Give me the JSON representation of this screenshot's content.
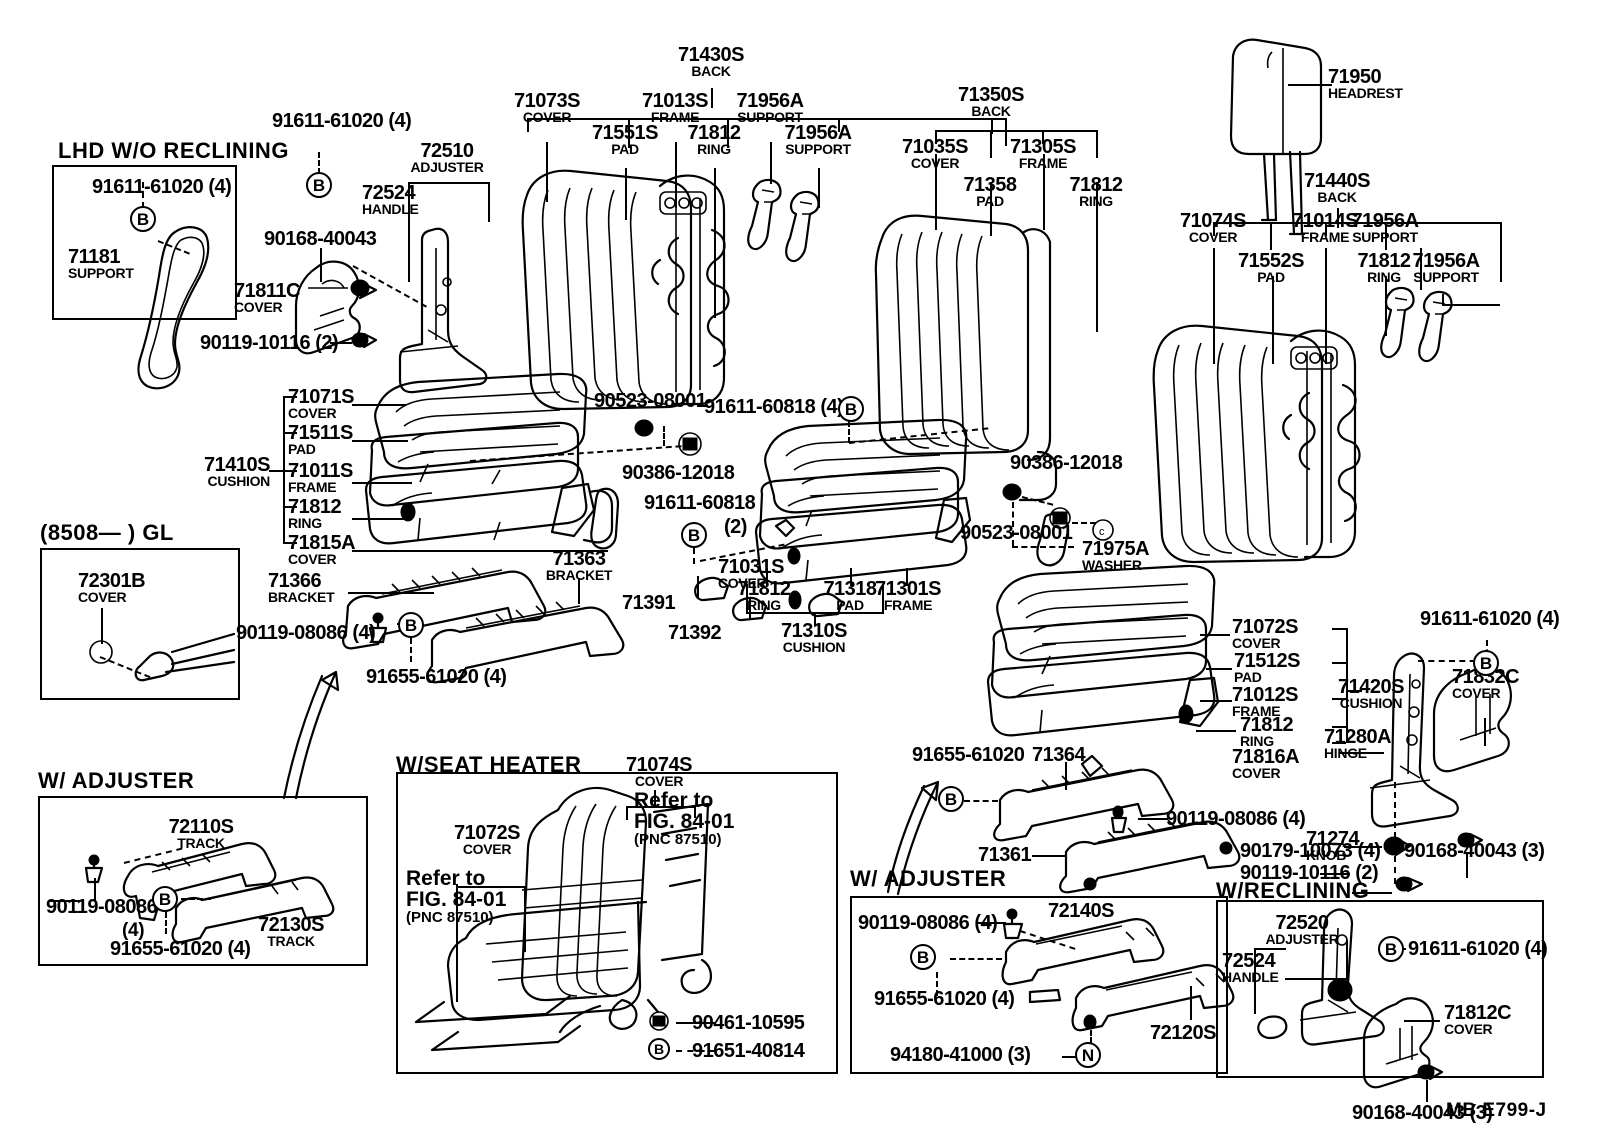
{
  "figure": {
    "footer_code": "MB  E799-J"
  },
  "panels": {
    "lhd": {
      "title": "LHD W/O RECLINING",
      "parts": [
        {
          "number": "91611-61020 (4)",
          "name": ""
        },
        {
          "number": "71181",
          "name": "SUPPORT"
        }
      ]
    },
    "gl": {
      "title": "(8508—          ) GL",
      "parts": [
        {
          "number": "72301B",
          "name": "COVER"
        }
      ]
    },
    "adjuster_left": {
      "title": "W/ ADJUSTER",
      "parts": [
        {
          "number": "72110S",
          "name": "TRACK"
        },
        {
          "number": "72130S",
          "name": "TRACK"
        },
        {
          "number": "90119-08086",
          "name": "(4)"
        },
        {
          "number": "91655-61020 (4)",
          "name": ""
        }
      ]
    },
    "seat_heater": {
      "title": "W/SEAT HEATER",
      "parts": [
        {
          "number": "71074S",
          "name": "COVER"
        },
        {
          "number": "71072S",
          "name": "COVER"
        },
        {
          "number": "90461-10595",
          "name": ""
        },
        {
          "number": "91651-40814",
          "name": ""
        }
      ],
      "refer": {
        "line1": "Refer to",
        "line2": "FIG. 84-01",
        "line3": "(PNC 87510)"
      }
    },
    "adjuster_right": {
      "title": "W/ ADJUSTER",
      "parts": [
        {
          "number": "72140S",
          "name": ""
        },
        {
          "number": "72120S",
          "name": ""
        },
        {
          "number": "90119-08086 (4)",
          "name": ""
        },
        {
          "number": "91655-61020 (4)",
          "name": ""
        },
        {
          "number": "94180-41000 (3)",
          "name": ""
        }
      ]
    },
    "reclining": {
      "title": "W/RECLINING",
      "parts": [
        {
          "number": "72520",
          "name": "ADJUSTER"
        },
        {
          "number": "72524",
          "name": "HANDLE"
        },
        {
          "number": "91611-61020 (4)",
          "name": ""
        },
        {
          "number": "71812C",
          "name": "COVER"
        },
        {
          "number": "90168-40043 (3)",
          "name": ""
        }
      ]
    }
  },
  "labels": {
    "back_left": {
      "number": "71430S",
      "name": "BACK"
    },
    "l_cover": {
      "number": "71073S",
      "name": "COVER"
    },
    "l_pad": {
      "number": "71551S",
      "name": "PAD"
    },
    "l_frame": {
      "number": "71013S",
      "name": "FRAME"
    },
    "l_ring": {
      "number": "71812",
      "name": "RING"
    },
    "l_sup1": {
      "number": "71956A",
      "name": "SUPPORT"
    },
    "l_sup2": {
      "number": "71956A",
      "name": "SUPPORT"
    },
    "back_mid": {
      "number": "71350S",
      "name": "BACK"
    },
    "m_cover": {
      "number": "71035S",
      "name": "COVER"
    },
    "m_pad": {
      "number": "71358",
      "name": "PAD"
    },
    "m_frame": {
      "number": "71305S",
      "name": "FRAME"
    },
    "m_ring": {
      "number": "71812",
      "name": "RING"
    },
    "headrest": {
      "number": "71950",
      "name": "HEADREST"
    },
    "back_right": {
      "number": "71440S",
      "name": "BACK"
    },
    "r_cover": {
      "number": "71074S",
      "name": "COVER"
    },
    "r_pad": {
      "number": "71552S",
      "name": "PAD"
    },
    "r_frame": {
      "number": "71014S",
      "name": "FRAME"
    },
    "r_ring": {
      "number": "71812",
      "name": "RING"
    },
    "r_sup1": {
      "number": "71956A",
      "name": "SUPPORT"
    },
    "r_sup2": {
      "number": "71956A",
      "name": "SUPPORT"
    },
    "cushion_left": {
      "number": "71410S",
      "name": "CUSHION"
    },
    "cl_cover": {
      "number": "71071S",
      "name": "COVER"
    },
    "cl_pad": {
      "number": "71511S",
      "name": "PAD"
    },
    "cl_frame": {
      "number": "71011S",
      "name": "FRAME"
    },
    "cl_ring": {
      "number": "71812",
      "name": "RING"
    },
    "cl_cover2": {
      "number": "71815A",
      "name": "COVER"
    },
    "cushion_mid": {
      "number": "71310S",
      "name": "CUSHION"
    },
    "cm_cover": {
      "number": "71031S",
      "name": "COVER"
    },
    "cm_ring": {
      "number": "71812",
      "name": "RING"
    },
    "cm_pad": {
      "number": "71318",
      "name": "PAD"
    },
    "cm_frame": {
      "number": "71301S",
      "name": "FRAME"
    },
    "cushion_right": {
      "number": "71420S",
      "name": "CUSHION"
    },
    "cr_cover": {
      "number": "71072S",
      "name": "COVER"
    },
    "cr_pad": {
      "number": "71512S",
      "name": "PAD"
    },
    "cr_frame": {
      "number": "71012S",
      "name": "FRAME"
    },
    "cr_ring": {
      "number": "71812",
      "name": "RING"
    },
    "cr_cover2": {
      "number": "71816A",
      "name": "COVER"
    },
    "hinge": {
      "number": "71280A",
      "name": "HINGE"
    },
    "cover_71832": {
      "number": "71832C",
      "name": "COVER"
    },
    "knob": {
      "number": "71274",
      "name": "KNOB"
    },
    "washer": {
      "number": "71975A",
      "name": "WASHER"
    },
    "adj_72510": {
      "number": "72510",
      "name": "ADJUSTER"
    },
    "handle_72524": {
      "number": "72524",
      "name": "HANDLE"
    },
    "cover_71811C": {
      "number": "71811C",
      "name": "COVER"
    },
    "bracket_71366": {
      "number": "71366",
      "name": "BRACKET"
    },
    "bracket_71363": {
      "number": "71363",
      "name": "BRACKET"
    },
    "p_71391": "71391",
    "p_71392": "71392",
    "p_71361": "71361",
    "p_71364": "71364",
    "b_91611_61020_a": "91611-61020 (4)",
    "b_91611_61020_b": "91611-61020 (4)",
    "b_90168_40043": "90168-40043",
    "b_90119_10116_2": "90119-10116 (2)",
    "b_90523_08001_a": "90523-08001",
    "b_90386_12018_a": "90386-12018",
    "b_91611_60818_4": "91611-60818 (4)",
    "b_91611_60818": "91611-60818",
    "b_2": "(2)",
    "b_90386_12018_b": "90386-12018",
    "b_90523_08001_b": "90523-08001",
    "b_90119_08086_4_a": "90119-08086 (4)",
    "b_91655_61020_4_a": "91655-61020 (4)",
    "b_91655_61020_b": "91655-61020",
    "b_90119_08086_4_b": "90119-08086 (4)",
    "b_90179_10073_4": "90179-10073 (4)",
    "b_90119_10116_2_b": "90119-10116 (2)",
    "b_90168_40043_3": "90168-40043 (3)",
    "b_91611_61020_c": "91611-61020 (4)"
  },
  "marker": {
    "letter_b": "B",
    "letter_n": "N"
  }
}
